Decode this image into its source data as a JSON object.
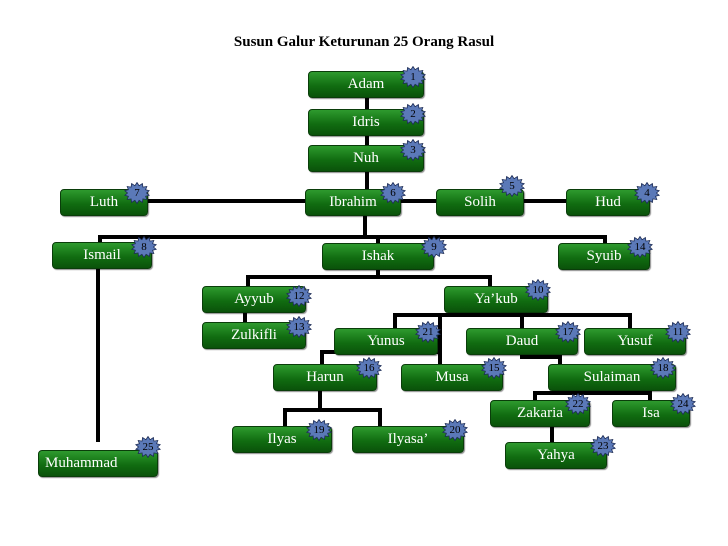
{
  "title": "Susun Galur Keturunan 25 Orang Rasul",
  "colors": {
    "node_fill": "#116d11",
    "node_text": "#ffffff",
    "badge_fill": "#5b79b8",
    "line": "#000000"
  },
  "nodes": [
    {
      "id": "adam",
      "label": "Adam",
      "number": "1"
    },
    {
      "id": "idris",
      "label": "Idris",
      "number": "2"
    },
    {
      "id": "nuh",
      "label": "Nuh",
      "number": "3"
    },
    {
      "id": "hud",
      "label": "Hud",
      "number": "4"
    },
    {
      "id": "solih",
      "label": "Solih",
      "number": "5"
    },
    {
      "id": "ibrahim",
      "label": "Ibrahim",
      "number": "6"
    },
    {
      "id": "luth",
      "label": "Luth",
      "number": "7"
    },
    {
      "id": "ismail",
      "label": "Ismail",
      "number": "8"
    },
    {
      "id": "ishak",
      "label": "Ishak",
      "number": "9"
    },
    {
      "id": "yakub",
      "label": "Ya’kub",
      "number": "10"
    },
    {
      "id": "yusuf",
      "label": "Yusuf",
      "number": "11"
    },
    {
      "id": "ayyub",
      "label": "Ayyub",
      "number": "12"
    },
    {
      "id": "zulkifli",
      "label": "Zulkifli",
      "number": "13"
    },
    {
      "id": "syuib",
      "label": "Syuib",
      "number": "14"
    },
    {
      "id": "musa",
      "label": "Musa",
      "number": "15"
    },
    {
      "id": "harun",
      "label": "Harun",
      "number": "16"
    },
    {
      "id": "daud",
      "label": "Daud",
      "number": "17"
    },
    {
      "id": "sulaiman",
      "label": "Sulaiman",
      "number": "18"
    },
    {
      "id": "ilyas",
      "label": "Ilyas",
      "number": "19"
    },
    {
      "id": "ilyasa",
      "label": "Ilyasa’",
      "number": "20"
    },
    {
      "id": "yunus",
      "label": "Yunus",
      "number": "21"
    },
    {
      "id": "zakaria",
      "label": "Zakaria",
      "number": "22"
    },
    {
      "id": "yahya",
      "label": "Yahya",
      "number": "23"
    },
    {
      "id": "isa",
      "label": "Isa",
      "number": "24"
    },
    {
      "id": "muhammad",
      "label": "Muhammad",
      "number": "25"
    }
  ]
}
